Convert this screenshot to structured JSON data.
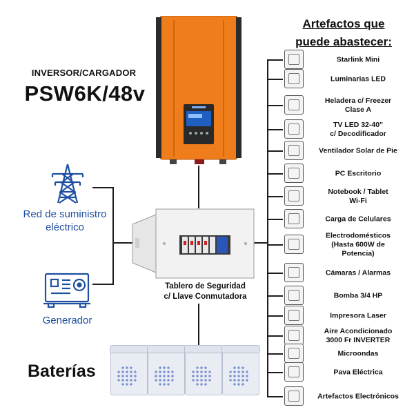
{
  "header": {
    "subtitle": "INVERSOR/CARGADOR",
    "model": "PSW6K/48v"
  },
  "list_title_line1": "Artefactos que",
  "list_title_line2": "puede abastecer:",
  "sources": {
    "grid_label_line1": "Red de suministro",
    "grid_label_line2": "eléctrico",
    "generator_label": "Generador"
  },
  "panel_label_line1": "Tablero de Seguridad",
  "panel_label_line2": "c/ Llave Conmutadora",
  "batteries_label": "Baterías",
  "colors": {
    "inverter_orange": "#f07d1b",
    "source_blue": "#1e4fa0",
    "line": "#1c1c1c"
  },
  "appliances": [
    {
      "label": "Starlink Mini",
      "icon": "starlink-icon"
    },
    {
      "label": "Luminarias LED",
      "icon": "led-lamp-icon"
    },
    {
      "label": "Heladera c/ Freezer\nClase A",
      "icon": "fridge-icon"
    },
    {
      "label": "TV LED 32-40\"\nc/ Decodificador",
      "icon": "tv-icon"
    },
    {
      "label": "Ventilador Solar de Pie",
      "icon": "fan-icon"
    },
    {
      "label": "PC Escritorio",
      "icon": "desktop-pc-icon"
    },
    {
      "label": "Notebook / Tablet\nWi-Fi",
      "icon": "notebook-icon"
    },
    {
      "label": "Carga de Celulares",
      "icon": "phone-icon"
    },
    {
      "label": "Electrodomésticos\n(Hasta 600W de\nPotencia)",
      "icon": "blender-icon"
    },
    {
      "label": "Cámaras / Alarmas",
      "icon": "camera-icon"
    },
    {
      "label": "Bomba 3/4 HP",
      "icon": "pump-icon"
    },
    {
      "label": "Impresora Laser",
      "icon": "printer-icon"
    },
    {
      "label": "Aire Acondicionado\n3000 Fr INVERTER",
      "icon": "air-conditioner-icon"
    },
    {
      "label": "Microondas",
      "icon": "microwave-icon"
    },
    {
      "label": "Pava Eléctrica",
      "icon": "kettle-icon"
    },
    {
      "label": "Artefactos Electrónicos",
      "icon": "electronics-icon"
    }
  ]
}
